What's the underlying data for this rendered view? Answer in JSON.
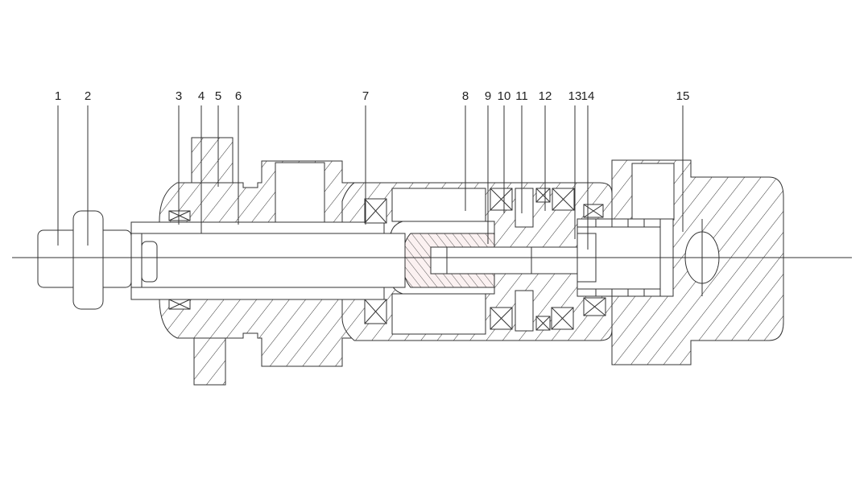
{
  "diagram": {
    "type": "cross-section",
    "part_labels": [
      "1",
      "2",
      "3",
      "4",
      "5",
      "6",
      "7",
      "8",
      "9",
      "10",
      "11",
      "12",
      "13",
      "14",
      "15"
    ],
    "colors": {
      "line": "#333333",
      "piston_fill": "#fbf1f1"
    }
  }
}
